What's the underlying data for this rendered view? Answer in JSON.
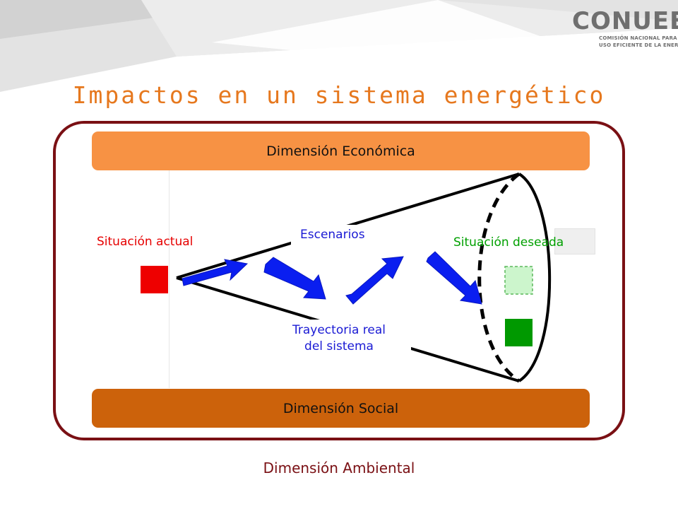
{
  "brand": {
    "logo_word": "CONUEE",
    "logo_line1": "COMISIÓN NACIONAL PARA EL",
    "logo_line2": "USO EFICIENTE DE LA ENERGÍA"
  },
  "title": "Impactos en un sistema energético",
  "dimensions": {
    "economic": "Dimensión Económica",
    "social": "Dimensión Social",
    "environmental": "Dimensión Ambiental"
  },
  "cone_labels": {
    "current": "Situación actual",
    "desired": "Situación deseada",
    "scenarios": "Escenarios",
    "trajectory_line1": "Trayectoria real",
    "trajectory_line2": "del sistema"
  },
  "colors": {
    "title": "#e6781e",
    "economic_band": "#f79244",
    "social_band": "#cc620b",
    "environmental_frame": "#7a1014",
    "current_state": "#ee0000",
    "desired_state": "#009900",
    "desired_state_light": "#ccf5cc",
    "arrows": "#0a1ef0"
  }
}
